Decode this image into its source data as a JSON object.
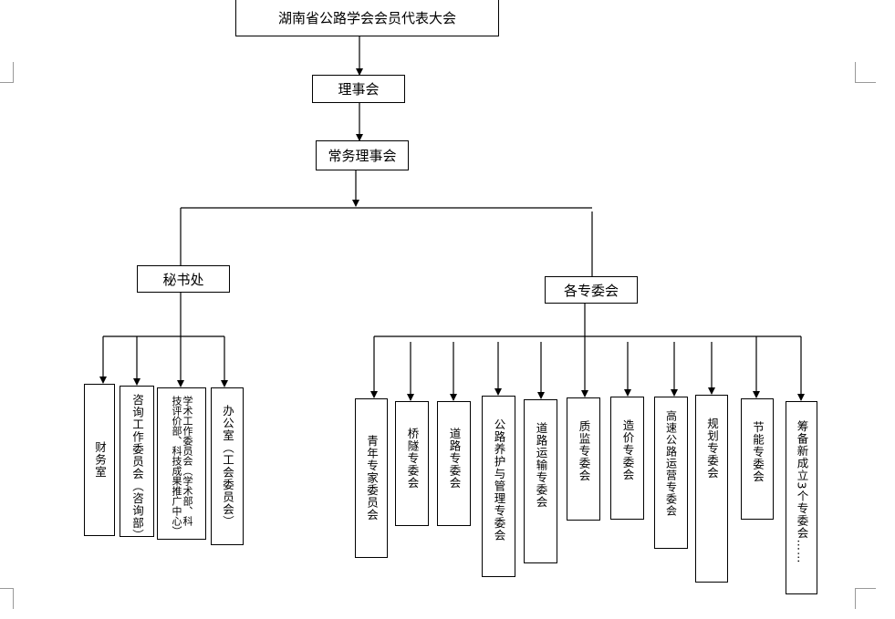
{
  "top": {
    "congress": "湖南省公路学会会员代表大会",
    "council": "理事会",
    "standing_council": "常务理事会"
  },
  "secretariat": {
    "title": "秘书处",
    "units": [
      "财务室",
      "咨询工作委员会（咨询部）",
      "学术工作委员会（学术部、科技评价部、科技成果推广中心）",
      "办公室（工会委员会）"
    ]
  },
  "committees": {
    "title": "各专委会",
    "units": [
      "青年专家委员会",
      "桥隧专委会",
      "道路专委会",
      "公路养护与管理专委会",
      "道路运输专委会",
      "质监专委会",
      "造价专委会",
      "高速公路运营专委会",
      "规划专委会",
      "节能专委会",
      "筹备新成立3个专委会……"
    ]
  }
}
